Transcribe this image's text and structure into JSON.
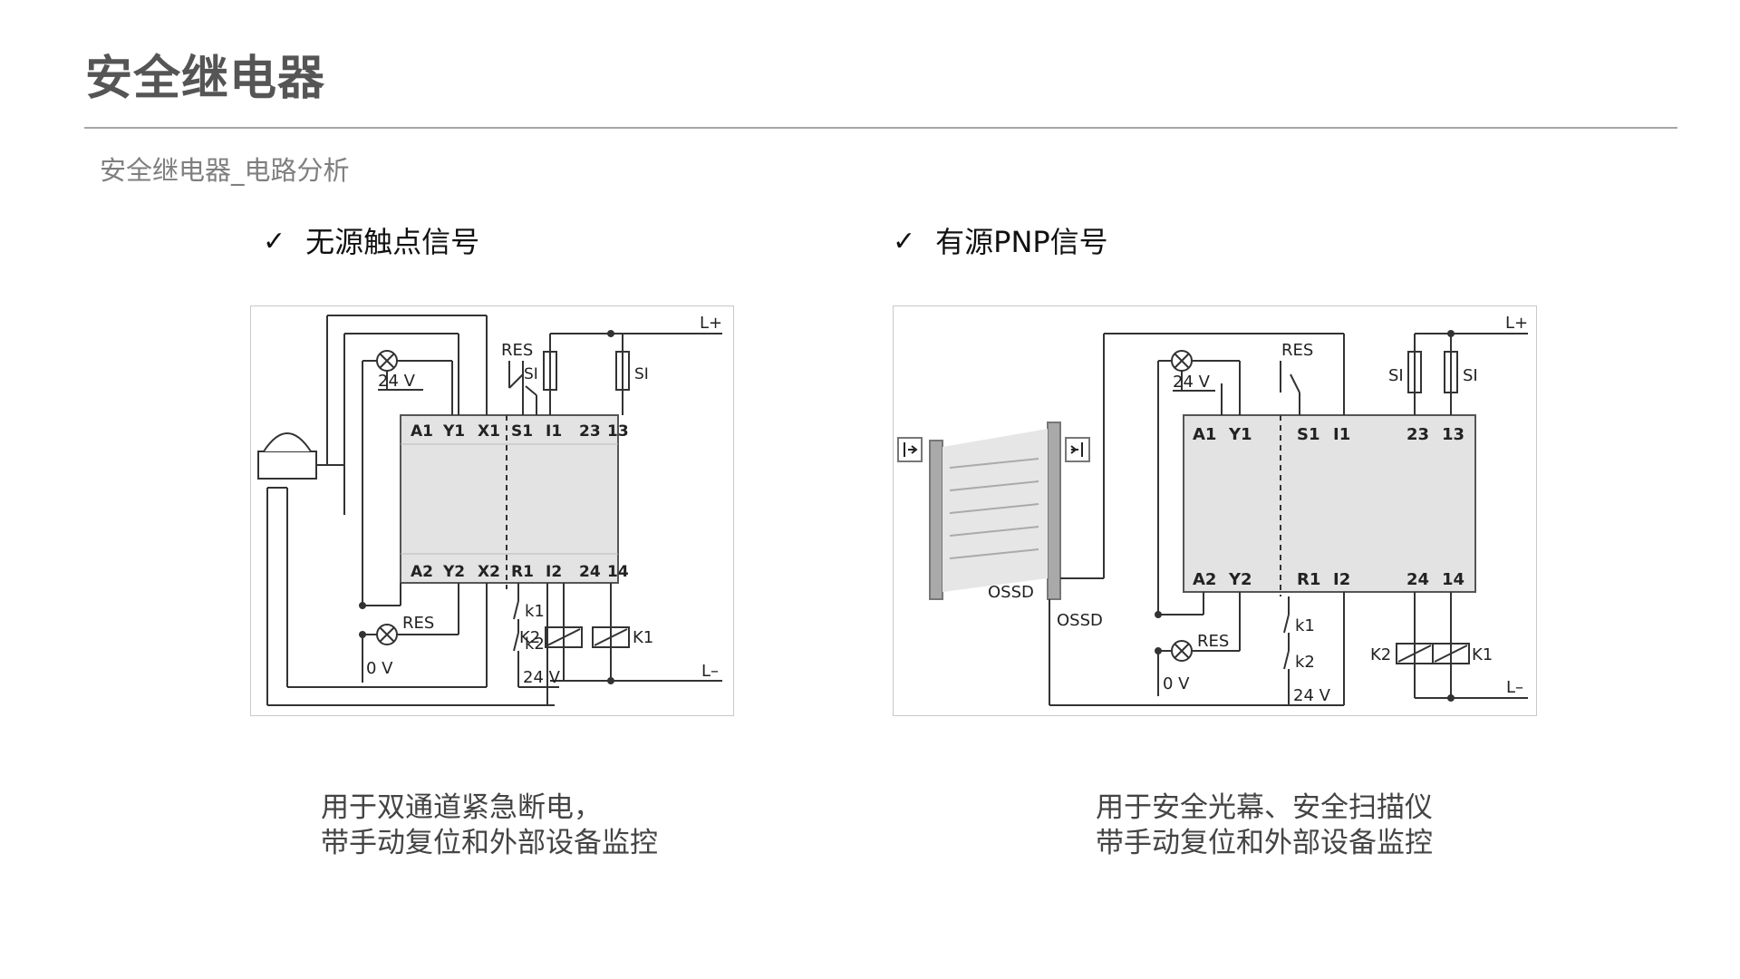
{
  "slide": {
    "title": "安全继电器",
    "subtitle": "安全继电器_电路分析",
    "check_mark": "✓"
  },
  "left": {
    "heading": "无源触点信号",
    "caption_line1": "用于双通道紧急断电，",
    "caption_line2": "带手动复位和外部设备监控",
    "labels": {
      "lplus": "L+",
      "lminus": "L–",
      "res_top": "RES",
      "v24_top": "24 V",
      "res_bottom": "RES",
      "v0": "0 V",
      "v24_bottom": "24 V",
      "si1": "SI",
      "si2": "SI",
      "k1_coil": "K1",
      "k2_coil": "K2",
      "k1_contact": "k1",
      "k2_contact": "k2",
      "term_top": [
        "A1",
        "Y1",
        "X1",
        "S1",
        "I1",
        "23",
        "13"
      ],
      "term_bot": [
        "A2",
        "Y2",
        "X2",
        "R1",
        "I2",
        "24",
        "14"
      ]
    }
  },
  "right": {
    "heading": "有源PNP信号",
    "caption_line1": "用于安全光幕、安全扫描仪",
    "caption_line2": "带手动复位和外部设备监控",
    "labels": {
      "lplus": "L+",
      "lminus": "L–",
      "res_top": "RES",
      "v24_top": "24 V",
      "res_bottom": "RES",
      "v0": "0 V",
      "v24_bottom": "24 V",
      "si1": "SI",
      "si2": "SI",
      "k1_coil": "K1",
      "k2_coil": "K2",
      "k1_contact": "k1",
      "k2_contact": "k2",
      "ossd1": "OSSD",
      "ossd2": "OSSD",
      "term_top": [
        "A1",
        "Y1",
        "S1",
        "I1",
        "23",
        "13"
      ],
      "term_bot": [
        "A2",
        "Y2",
        "R1",
        "I2",
        "24",
        "14"
      ]
    }
  },
  "colors": {
    "title": "#555555",
    "rule": "#a6a6a6",
    "relay_fill": "#e3e3e3",
    "wire": "#333333"
  }
}
